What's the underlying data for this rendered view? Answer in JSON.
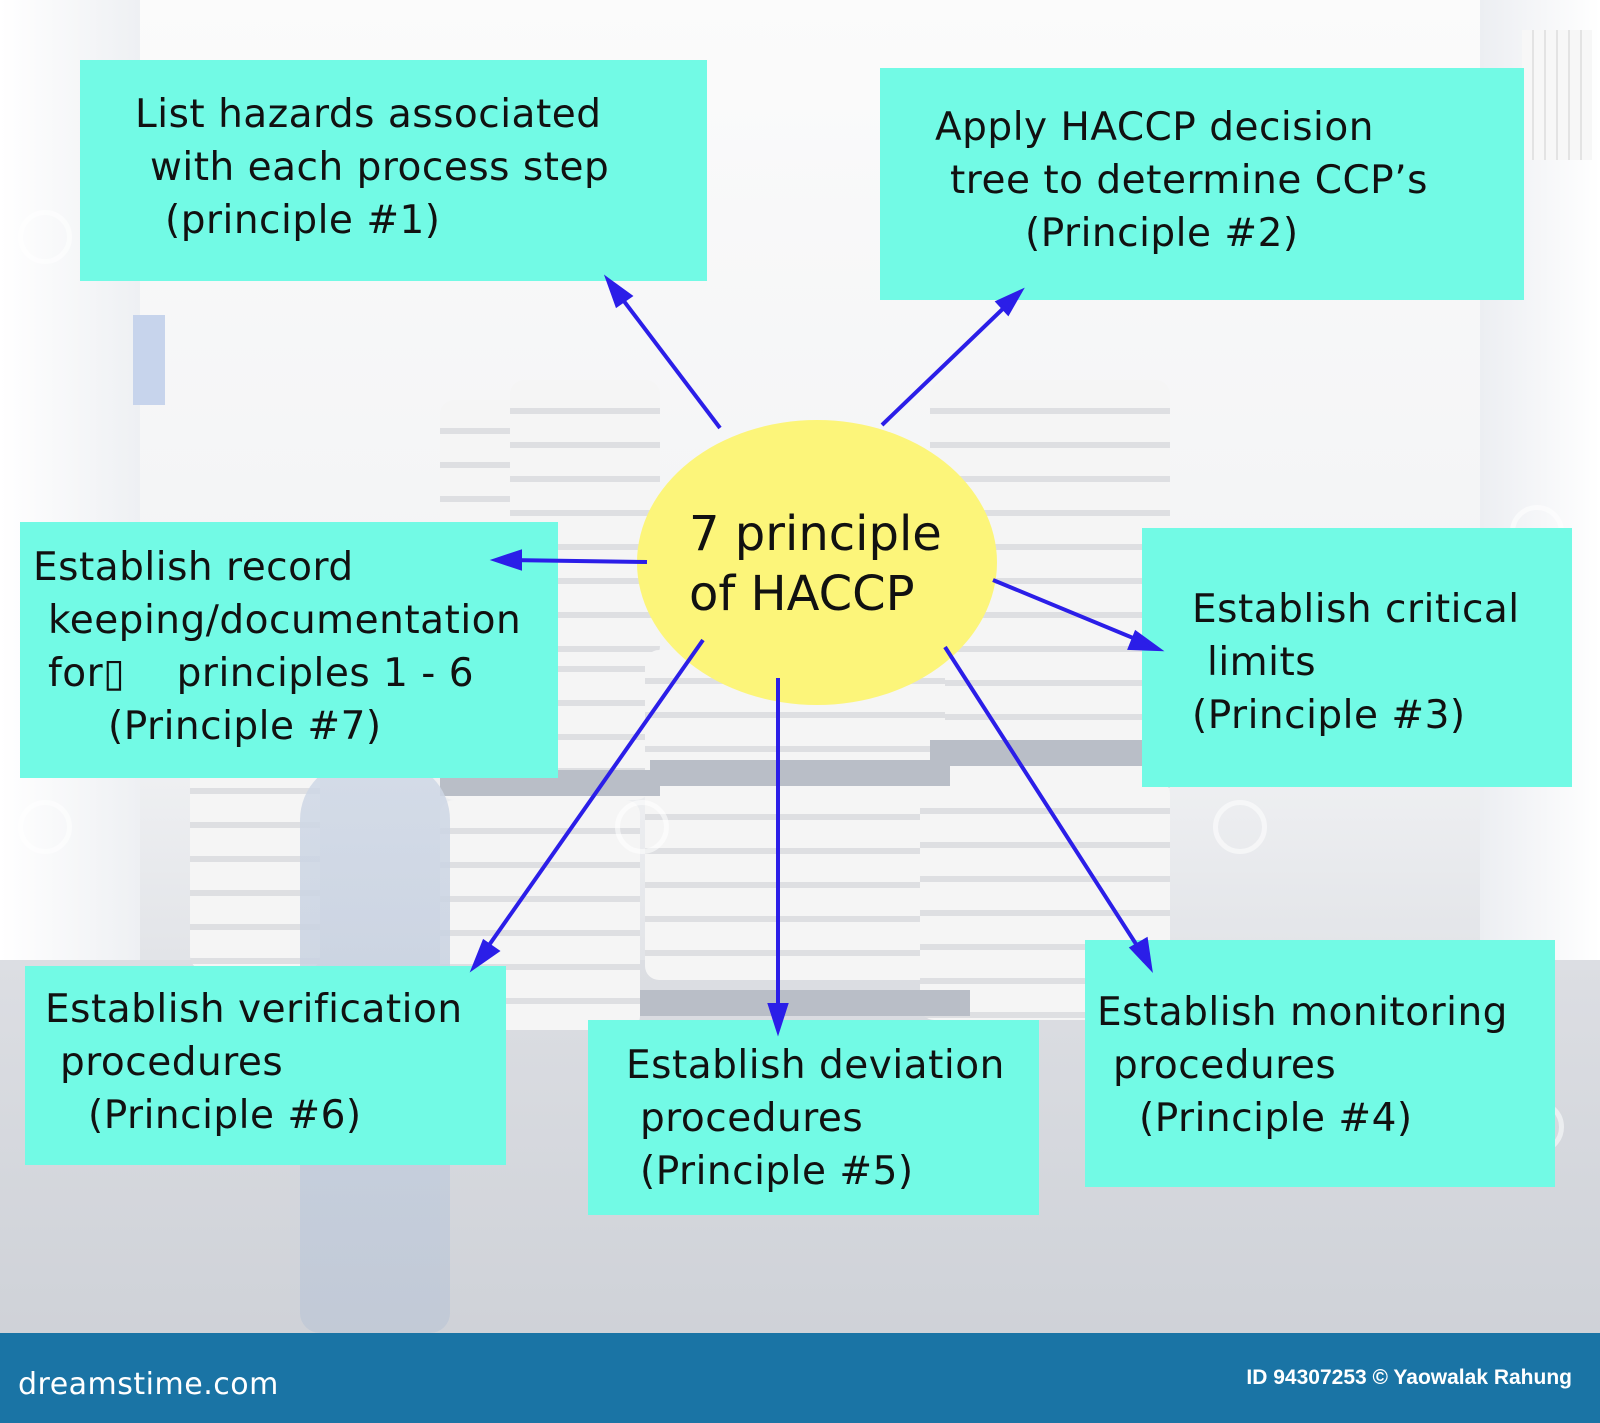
{
  "center": {
    "lines": [
      "7 principle",
      "of HACCP"
    ]
  },
  "boxes": [
    {
      "id": "principle-1",
      "lines": [
        "List hazards associated",
        "with each process step",
        "(principle #1)"
      ]
    },
    {
      "id": "principle-2",
      "lines": [
        "Apply HACCP decision",
        "tree to determine CCP’s",
        "(Principle #2)"
      ]
    },
    {
      "id": "principle-3",
      "lines": [
        "Establish critical",
        "limits",
        "(Principle #3)"
      ]
    },
    {
      "id": "principle-4",
      "lines": [
        "Establish monitoring",
        "procedures",
        "(Principle #4)"
      ]
    },
    {
      "id": "principle-5",
      "lines": [
        "Establish deviation",
        "procedures",
        "(Principle #5)"
      ]
    },
    {
      "id": "principle-6",
      "lines": [
        "Establish verification",
        "procedures",
        "(Principle #6)"
      ]
    },
    {
      "id": "principle-7",
      "lines": [
        "Establish record",
        "keeping/documentation",
        "for▯    principles 1 - 6",
        "(Principle #7)"
      ]
    }
  ],
  "footer": {
    "brand": "dreamstime.com",
    "credit": "ID 94307253 © Yaowalak Rahung"
  },
  "colors": {
    "box_fill": "#72fae5",
    "center_fill": "#fcf57a",
    "arrow": "#2b1ee8",
    "footer": "#1a74a5"
  }
}
